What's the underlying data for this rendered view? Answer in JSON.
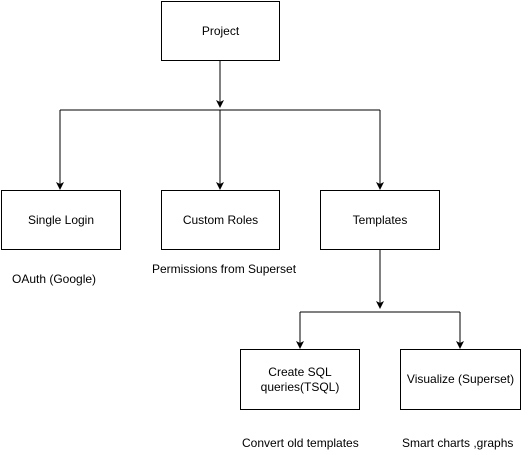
{
  "diagram": {
    "nodes": {
      "project": "Project",
      "single_login": "Single Login",
      "custom_roles": "Custom Roles",
      "templates": "Templates",
      "create_sql": "Create SQL\nqueries(TSQL)",
      "visualize": "Visualize (Superset)"
    },
    "notes": {
      "oauth": "OAuth (Google)",
      "permissions": "Permissions from Superset",
      "convert": "Convert old templates",
      "smart_charts": "Smart charts ,graphs"
    },
    "colors": {
      "line": "#000000",
      "box_border": "#000000",
      "box_fill": "#ffffff",
      "background": "#ffffff"
    }
  }
}
